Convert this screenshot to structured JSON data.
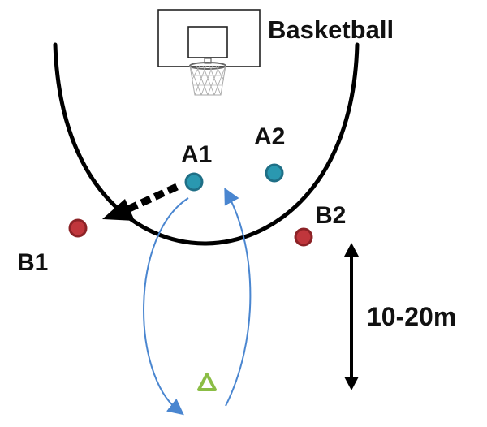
{
  "title": "Basketball",
  "players": {
    "a1": {
      "label": "A1",
      "team": "A"
    },
    "a2": {
      "label": "A2",
      "team": "A"
    },
    "b1": {
      "label": "B1",
      "team": "B"
    },
    "b2": {
      "label": "B2",
      "team": "B"
    }
  },
  "distance": {
    "label": "10-20m"
  },
  "colors": {
    "team_a": "#2a98b0",
    "team_a_border": "#1f6f86",
    "team_b": "#c0363c",
    "team_b_border": "#8c2226",
    "cone": "#8bbd45",
    "run_path": "#4a86d0",
    "court_line": "#000000",
    "pass_arrow": "#000000"
  },
  "icons": {
    "hoop": "basketball-hoop-icon",
    "cone": "cone-triangle-icon",
    "pass": "dashed-pass-arrow",
    "run": "curved-run-arrow"
  }
}
